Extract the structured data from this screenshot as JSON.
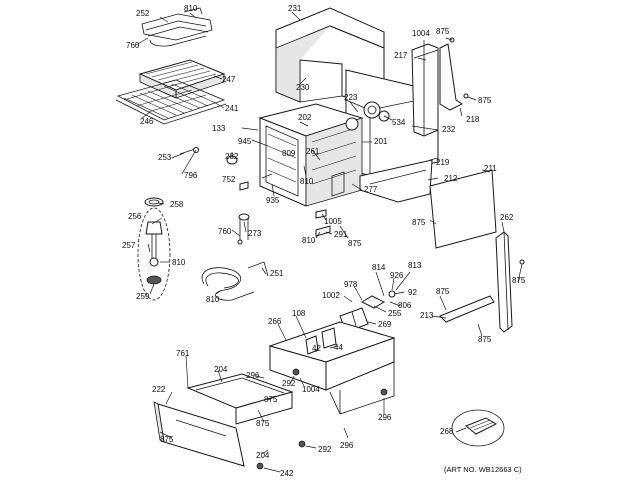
{
  "diagram": {
    "art_number": "(ART NO. WB12663 C)",
    "callouts": {
      "c252": "252",
      "c810a": "810",
      "c760a": "760",
      "c247": "247",
      "c246": "246",
      "c241": "241",
      "c231": "231",
      "c230": "230",
      "c1004a": "1004",
      "c875a": "875",
      "c217": "217",
      "c875b": "875",
      "c218": "218",
      "c223": "223",
      "c534": "534",
      "c232": "232",
      "c202": "202",
      "c133": "133",
      "c945": "945",
      "c261": "261",
      "c201": "201",
      "c219": "219",
      "c253": "253",
      "c809": "809",
      "c282": "282",
      "c796": "796",
      "c752": "752",
      "c810b": "810",
      "c277": "277",
      "c212": "212",
      "c211": "211",
      "c935": "935",
      "c258": "258",
      "c1005": "1005",
      "c875c": "875",
      "c256": "256",
      "c760b": "760",
      "c273": "273",
      "c810c": "810",
      "c291": "291",
      "c875d": "875",
      "c262": "262",
      "c257": "257",
      "c810d": "810",
      "c251": "251",
      "c814": "814",
      "c926": "926",
      "c813": "813",
      "c259": "259",
      "c810e": "810",
      "c978": "978",
      "c92": "92",
      "c875e": "875",
      "c1002": "1002",
      "c806": "806",
      "c255": "255",
      "c213": "213",
      "c266": "266",
      "c108": "108",
      "c269": "269",
      "c875f": "875",
      "c42": "42",
      "c44": "44",
      "c761": "761",
      "c204a": "204",
      "c296a": "296",
      "c222": "222",
      "c292a": "292",
      "c1004b": "1004",
      "c875g": "875",
      "c296b": "296",
      "c875h": "875",
      "c296c": "296",
      "c204b": "204",
      "c292b": "292",
      "c268": "268",
      "c242": "242"
    }
  }
}
